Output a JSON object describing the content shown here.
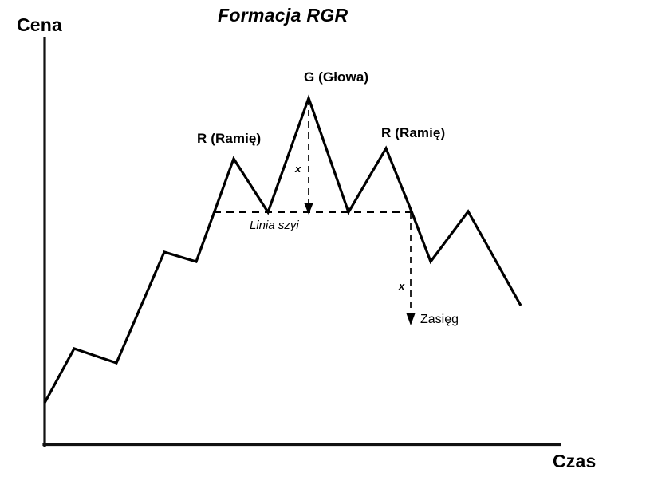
{
  "chart_data": {
    "type": "line",
    "title": "Formacja RGR",
    "xlabel": "Czas",
    "ylabel": "Cena",
    "grid": false,
    "legend": "none",
    "xlim": [
      0,
      100
    ],
    "ylim": [
      0,
      100
    ],
    "series": [
      {
        "name": "Cena",
        "points": [
          {
            "x": 0,
            "y": 10.7,
            "role": "start"
          },
          {
            "x": 5.9,
            "y": 24.0,
            "role": "minor-peak-1"
          },
          {
            "x": 13.9,
            "y": 20.5,
            "role": "minor-trough-1"
          },
          {
            "x": 23.2,
            "y": 47.7,
            "role": "minor-peak-2"
          },
          {
            "x": 29.4,
            "y": 45.3,
            "role": "minor-trough-2"
          },
          {
            "x": 36.8,
            "y": 70.5,
            "role": "left-shoulder-peak"
          },
          {
            "x": 43.4,
            "y": 57.4,
            "role": "neckline-trough-1"
          },
          {
            "x": 51.3,
            "y": 85.4,
            "role": "head-peak"
          },
          {
            "x": 59.1,
            "y": 57.4,
            "role": "neckline-trough-2"
          },
          {
            "x": 66.4,
            "y": 73.0,
            "role": "right-shoulder-peak"
          },
          {
            "x": 71.3,
            "y": 57.6,
            "role": "neckline-break"
          },
          {
            "x": 74.9,
            "y": 45.3,
            "role": "post-break-trough"
          },
          {
            "x": 82.1,
            "y": 57.6,
            "role": "pullback-peak"
          },
          {
            "x": 92.4,
            "y": 34.6,
            "role": "end"
          }
        ]
      }
    ],
    "annotations": {
      "neckline": {
        "label": "Linia szyi",
        "y": 57.5,
        "x_start": 41.4,
        "x_end": 80.6,
        "style": "dashed"
      },
      "head_measure": {
        "label": "x",
        "from_y": 85.4,
        "to_y": 57.5,
        "x": 51.3,
        "style": "dashed-arrow"
      },
      "target_measure": {
        "label": "x",
        "from_y": 57.5,
        "to_y": 30.0,
        "x": 70.9,
        "style": "dashed-arrow"
      },
      "target": {
        "label": "Zasięg"
      },
      "left_shoulder": {
        "label": "R (Ramię)"
      },
      "head": {
        "label": "G (Głowa)"
      },
      "right_shoulder": {
        "label": "R (Ramię)"
      }
    },
    "colors": {
      "line": "#000000",
      "axis": "#000000",
      "annotation": "#000000",
      "background": "#ffffff"
    }
  },
  "labels": {
    "title": "Formacja RGR",
    "y_axis": "Cena",
    "x_axis": "Czas",
    "left_shoulder": "R (Ramię)",
    "head": "G (Głowa)",
    "right_shoulder": "R (Ramię)",
    "neckline": "Linia szyi",
    "x_head": "x",
    "x_target": "x",
    "target": "Zasięg"
  }
}
